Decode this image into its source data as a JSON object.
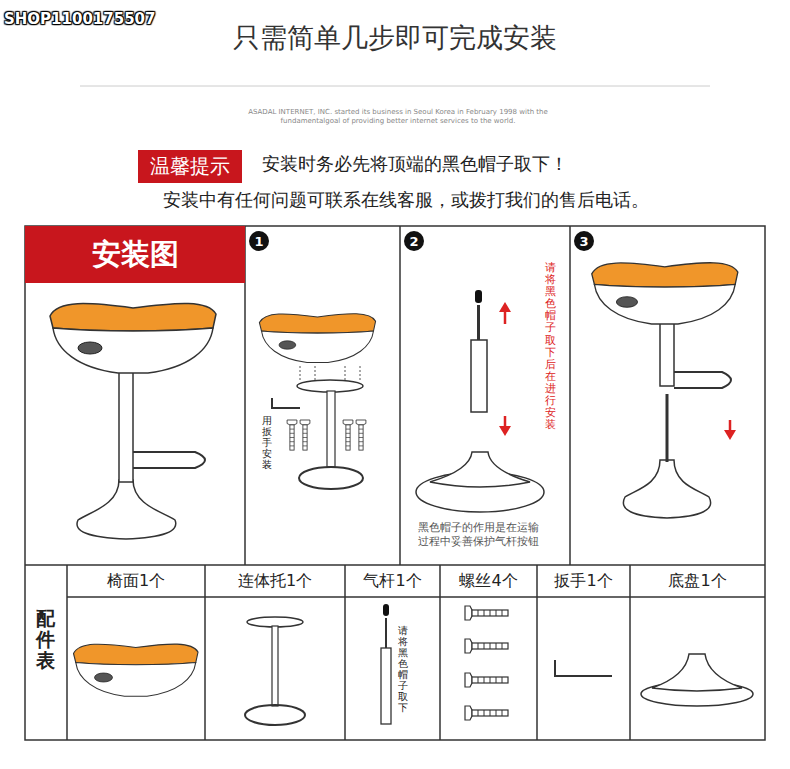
{
  "diagram": {
    "title": "只需简单几步即可完成安装",
    "nodes": [
      {
        "text": [
          "温馨提示"
        ]
      },
      {
        "text": [
          "安装图"
        ]
      },
      {
        "text": [
          "1"
        ]
      },
      {
        "text": [
          "2"
        ]
      },
      {
        "text": [
          "3"
        ]
      }
    ],
    "labels": [
      "SHOP1100175507",
      "ASADAL INTERNET, INC. started its business in Seoul Korea in February 1998 with the fundamentalgoal of providing better internet services to the world.",
      "安装时务必先将顶端的黑色帽子取下！",
      "安装中有任何问题可联系在线客服，或拨打我们的售后电话。",
      "用扳手安装",
      "请将黑色帽子取下后在进行安装",
      "黑色帽子的作用是在运输 过程中妥善保护气杆按钮",
      "配件表",
      "椅面1个",
      "连体托1个",
      "气杆1个",
      "螺丝4个",
      "扳手1个",
      "底盘1个",
      "请将黑色帽子取下"
    ]
  }
}
